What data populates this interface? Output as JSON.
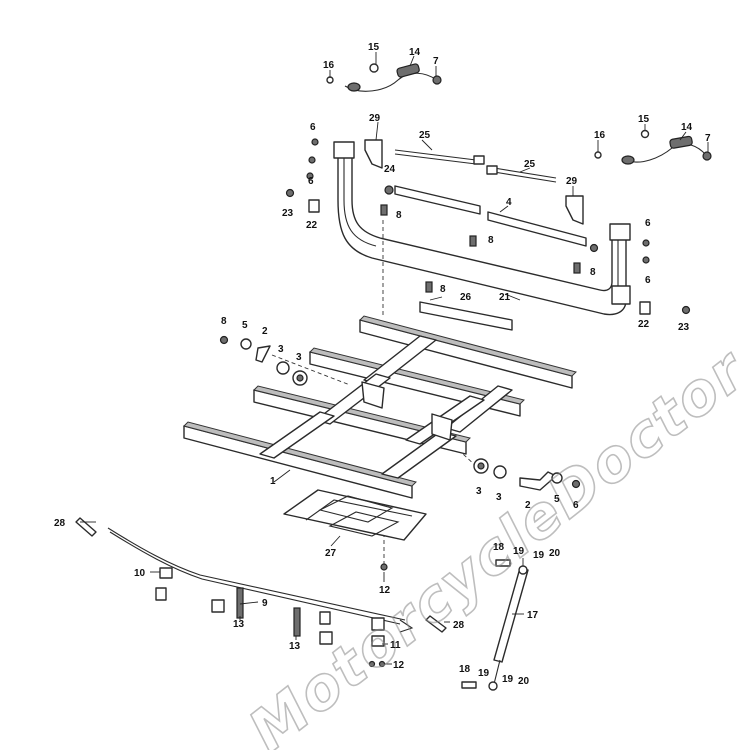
{
  "watermark": "MotorcycleDoctor",
  "callouts": [
    {
      "id": "c16a",
      "label": "16"
    },
    {
      "id": "c15a",
      "label": "15"
    },
    {
      "id": "c14a",
      "label": "14"
    },
    {
      "id": "c7a",
      "label": "7"
    },
    {
      "id": "c6a",
      "label": "6"
    },
    {
      "id": "c29a",
      "label": "29"
    },
    {
      "id": "c25a",
      "label": "25"
    },
    {
      "id": "c6b",
      "label": "6"
    },
    {
      "id": "c24",
      "label": "24"
    },
    {
      "id": "c23a",
      "label": "23"
    },
    {
      "id": "c8a",
      "label": "8"
    },
    {
      "id": "c22a",
      "label": "22"
    },
    {
      "id": "c25b",
      "label": "25"
    },
    {
      "id": "c4",
      "label": "4"
    },
    {
      "id": "c29b",
      "label": "29"
    },
    {
      "id": "c15b",
      "label": "15"
    },
    {
      "id": "c16b",
      "label": "16"
    },
    {
      "id": "c14b",
      "label": "14"
    },
    {
      "id": "c7b",
      "label": "7"
    },
    {
      "id": "c8b",
      "label": "8"
    },
    {
      "id": "c6c",
      "label": "6"
    },
    {
      "id": "c6d",
      "label": "6"
    },
    {
      "id": "c8c",
      "label": "8"
    },
    {
      "id": "c8d",
      "label": "8"
    },
    {
      "id": "c26",
      "label": "26"
    },
    {
      "id": "c21",
      "label": "21"
    },
    {
      "id": "c22b",
      "label": "22"
    },
    {
      "id": "c23b",
      "label": "23"
    },
    {
      "id": "c8e",
      "label": "8"
    },
    {
      "id": "c5a",
      "label": "5"
    },
    {
      "id": "c2a",
      "label": "2"
    },
    {
      "id": "c3a",
      "label": "3"
    },
    {
      "id": "c3b",
      "label": "3"
    },
    {
      "id": "c1",
      "label": "1"
    },
    {
      "id": "c3c",
      "label": "3"
    },
    {
      "id": "c3d",
      "label": "3"
    },
    {
      "id": "c2b",
      "label": "2"
    },
    {
      "id": "c5b",
      "label": "5"
    },
    {
      "id": "c6e",
      "label": "6"
    },
    {
      "id": "c28a",
      "label": "28"
    },
    {
      "id": "c27",
      "label": "27"
    },
    {
      "id": "c10",
      "label": "10"
    },
    {
      "id": "c9",
      "label": "9"
    },
    {
      "id": "c12a",
      "label": "12"
    },
    {
      "id": "c13a",
      "label": "13"
    },
    {
      "id": "c13b",
      "label": "13"
    },
    {
      "id": "c11",
      "label": "11"
    },
    {
      "id": "c12b",
      "label": "12"
    },
    {
      "id": "c28b",
      "label": "28"
    },
    {
      "id": "c18a",
      "label": "18"
    },
    {
      "id": "c19a",
      "label": "19"
    },
    {
      "id": "c19b",
      "label": "19"
    },
    {
      "id": "c20a",
      "label": "20"
    },
    {
      "id": "c17",
      "label": "17"
    },
    {
      "id": "c18b",
      "label": "18"
    },
    {
      "id": "c19c",
      "label": "19"
    },
    {
      "id": "c19d",
      "label": "19"
    },
    {
      "id": "c20b",
      "label": "20"
    }
  ]
}
